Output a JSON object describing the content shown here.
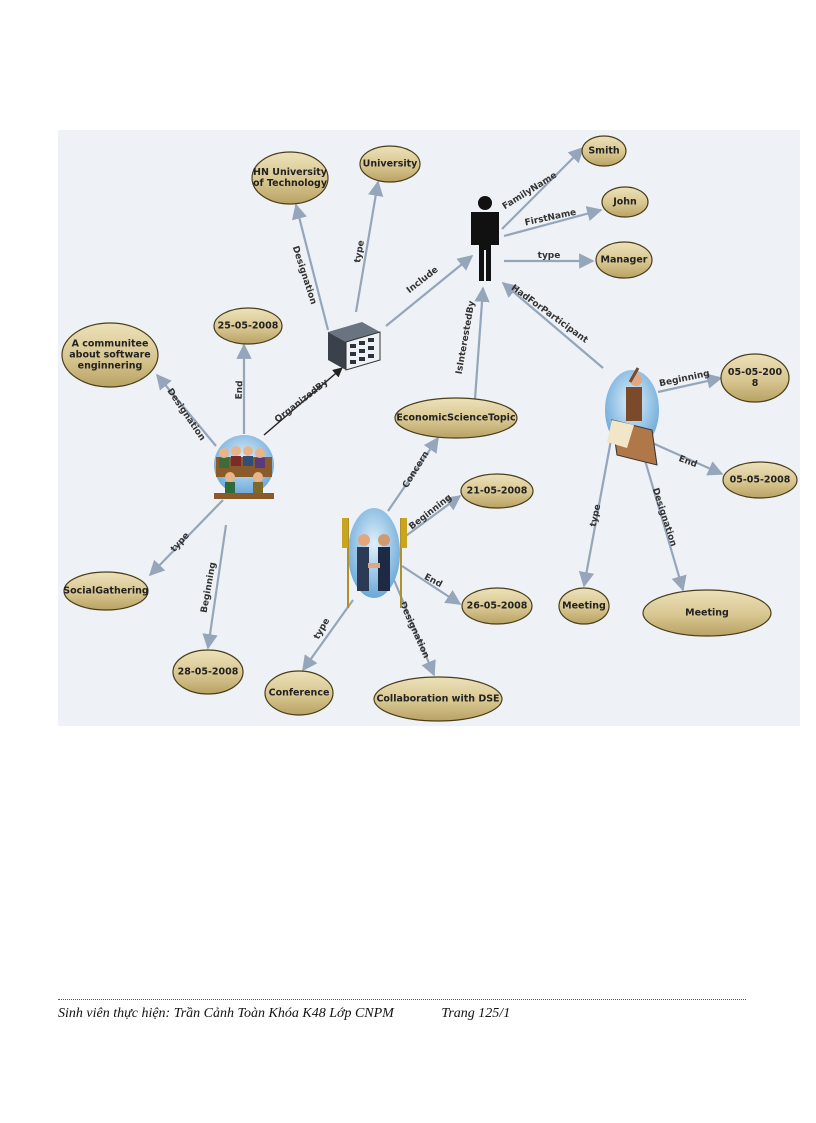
{
  "diagram": {
    "nodes": {
      "hn_university": {
        "lines": [
          "HN University",
          "of Technology"
        ]
      },
      "university": {
        "lines": [
          "University"
        ]
      },
      "smith": {
        "lines": [
          "Smith"
        ]
      },
      "john": {
        "lines": [
          "John"
        ]
      },
      "manager": {
        "lines": [
          "Manager"
        ]
      },
      "communitee": {
        "lines": [
          "A communitee",
          "about software",
          "enginnering"
        ]
      },
      "date_25": {
        "lines": [
          "25-05-2008"
        ]
      },
      "econ_topic": {
        "lines": [
          "EconomicScienceTopic"
        ]
      },
      "date_050508_wrapped": {
        "lines": [
          "05-05-200",
          "8"
        ]
      },
      "date_050508": {
        "lines": [
          "05-05-2008"
        ]
      },
      "date_21": {
        "lines": [
          "21-05-2008"
        ]
      },
      "social": {
        "lines": [
          "SocialGathering"
        ]
      },
      "date_26": {
        "lines": [
          "26-05-2008"
        ]
      },
      "meeting_small": {
        "lines": [
          "Meeting"
        ]
      },
      "meeting_large": {
        "lines": [
          "Meeting"
        ]
      },
      "date_28": {
        "lines": [
          "28-05-2008"
        ]
      },
      "conference": {
        "lines": [
          "Conference"
        ]
      },
      "collab": {
        "lines": [
          "Collaboration with DSE"
        ]
      }
    },
    "edges": {
      "family_name": "FamilyName",
      "first_name": "FirstName",
      "type_manager": "type",
      "designation_hn": "Designation",
      "type_university": "type",
      "include": "Include",
      "is_interested_by": "IsInterestedBy",
      "had_for_participant": "HadForParticipant",
      "organized_by": "OrganizedBy",
      "end_committee": "End",
      "designation_committee": "Designation",
      "type_committee": "type",
      "beginning_committee": "Beginning",
      "concern": "Concern",
      "beginning_handshake": "Beginning",
      "end_handshake": "End",
      "type_handshake": "type",
      "designation_handshake": "Designation",
      "beginning_presenter": "Beginning",
      "end_presenter": "End",
      "type_presenter": "type",
      "designation_presenter": "Designation"
    },
    "colors": {
      "panel_bg": "#eef1f5",
      "node_fill": "#d8c690",
      "node_stroke": "#4a3e1a",
      "edge": "#95a5ba",
      "icon_backdrop": "#7ab6e0"
    },
    "icons": [
      "person-icon",
      "building-icon",
      "committee-meeting-icon",
      "handshake-icon",
      "presenter-icon"
    ]
  },
  "footer": {
    "author_line": "Sinh viên thực hiện: Trần Cảnh Toàn   Khóa K48 Lớp CNPM",
    "page": "Trang 125/1"
  }
}
